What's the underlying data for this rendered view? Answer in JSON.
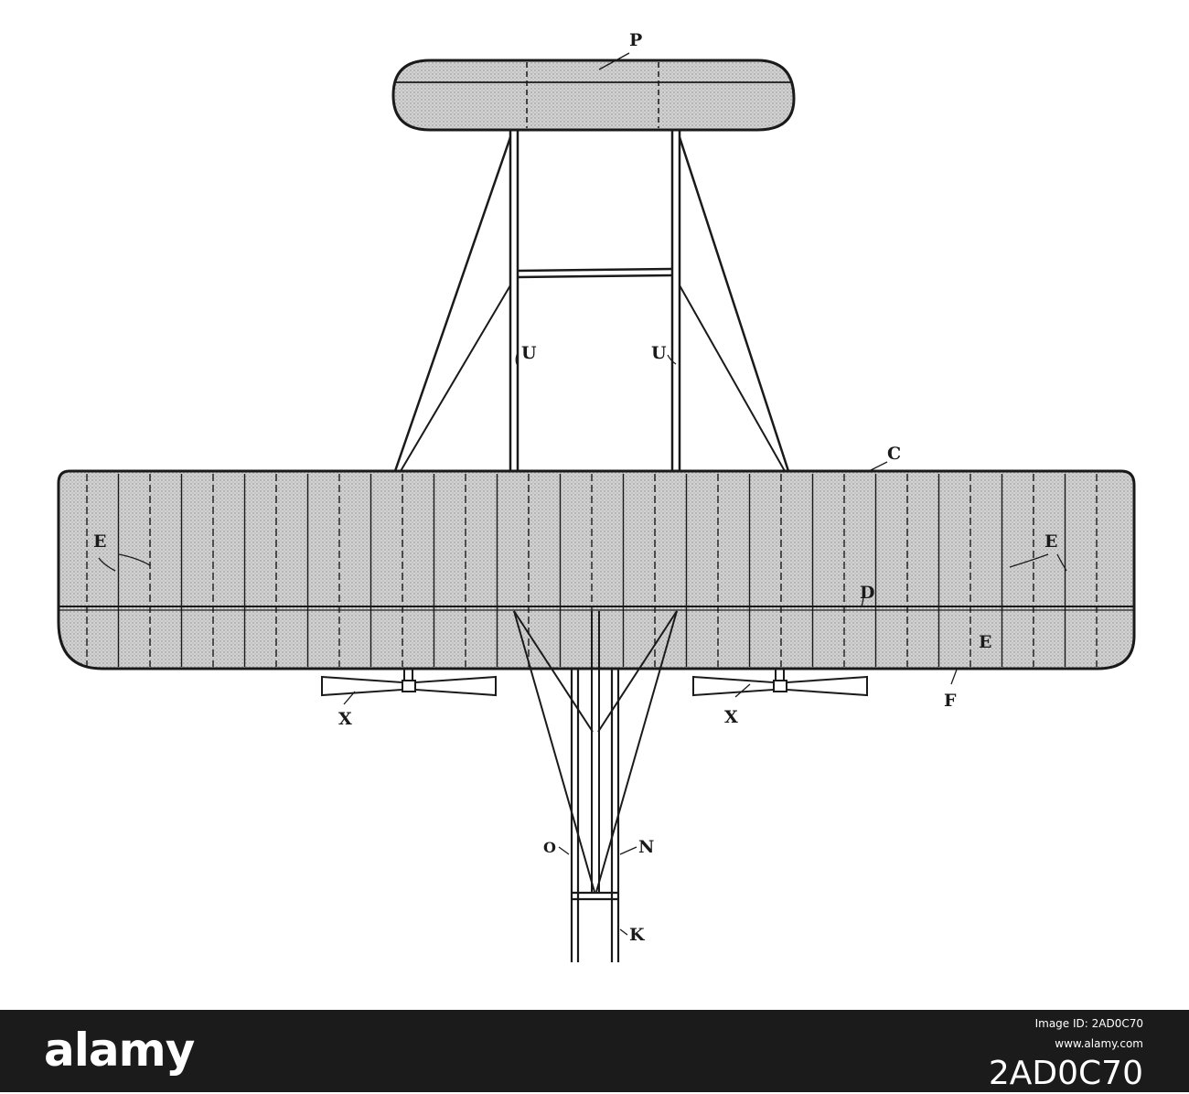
{
  "labels": {
    "p": "P",
    "u_left": "U",
    "u_right": "U",
    "c": "C",
    "e_left": "E",
    "e_right": "E",
    "d": "D",
    "e_lower": "E",
    "f": "F",
    "x_left": "X",
    "x_right": "X",
    "o": "O",
    "n": "N",
    "k": "K"
  },
  "watermark": {
    "brand": "alamy",
    "image_id_label": "Image ID: 2AD0C70",
    "site": "www.alamy.com",
    "image_id": "2AD0C70"
  },
  "colors": {
    "ink": "#1a1a1a",
    "wing_fill": "#d4d4d4",
    "bar": "#1b1b1b"
  }
}
